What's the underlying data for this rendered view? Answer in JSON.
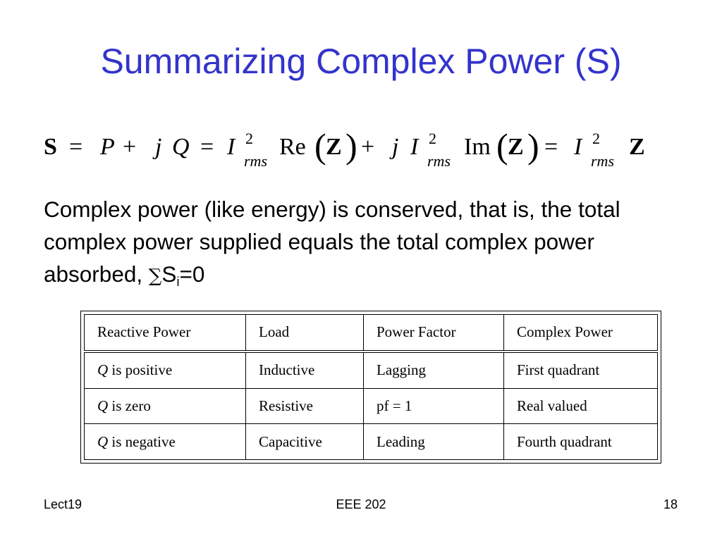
{
  "slide": {
    "title": "Summarizing Complex Power (S)",
    "body": {
      "text": "Complex power (like energy) is conserved, that is, the total complex power supplied equals the total complex power absorbed, ",
      "sum_symbol": "∑",
      "s_letter": "S",
      "subscript": "i",
      "equals_zero": "=0"
    },
    "equation": {
      "S": "S",
      "eq": "=",
      "P": "P",
      "plus": "+",
      "j": "j",
      "Q": "Q",
      "I": "I",
      "exp": "2",
      "rms": "rms",
      "Re": "Re",
      "Im": "Im",
      "Z": "Z",
      "lparen": "(",
      "rparen": ")"
    },
    "table": {
      "headers": [
        "Reactive Power",
        "Load",
        "Power Factor",
        "Complex Power"
      ],
      "rows": [
        {
          "q": "Q",
          "q_rest": " is positive",
          "load": "Inductive",
          "pf": "Lagging",
          "power": "First quadrant"
        },
        {
          "q": "Q",
          "q_rest": " is zero",
          "load": "Resistive",
          "pf": "pf = 1",
          "power": "Real valued"
        },
        {
          "q": "Q",
          "q_rest": " is negative",
          "load": "Capacitive",
          "pf": "Leading",
          "power": "Fourth quadrant"
        }
      ]
    },
    "footer": {
      "left": "Lect19",
      "center": "EEE 202",
      "right": "18"
    }
  }
}
